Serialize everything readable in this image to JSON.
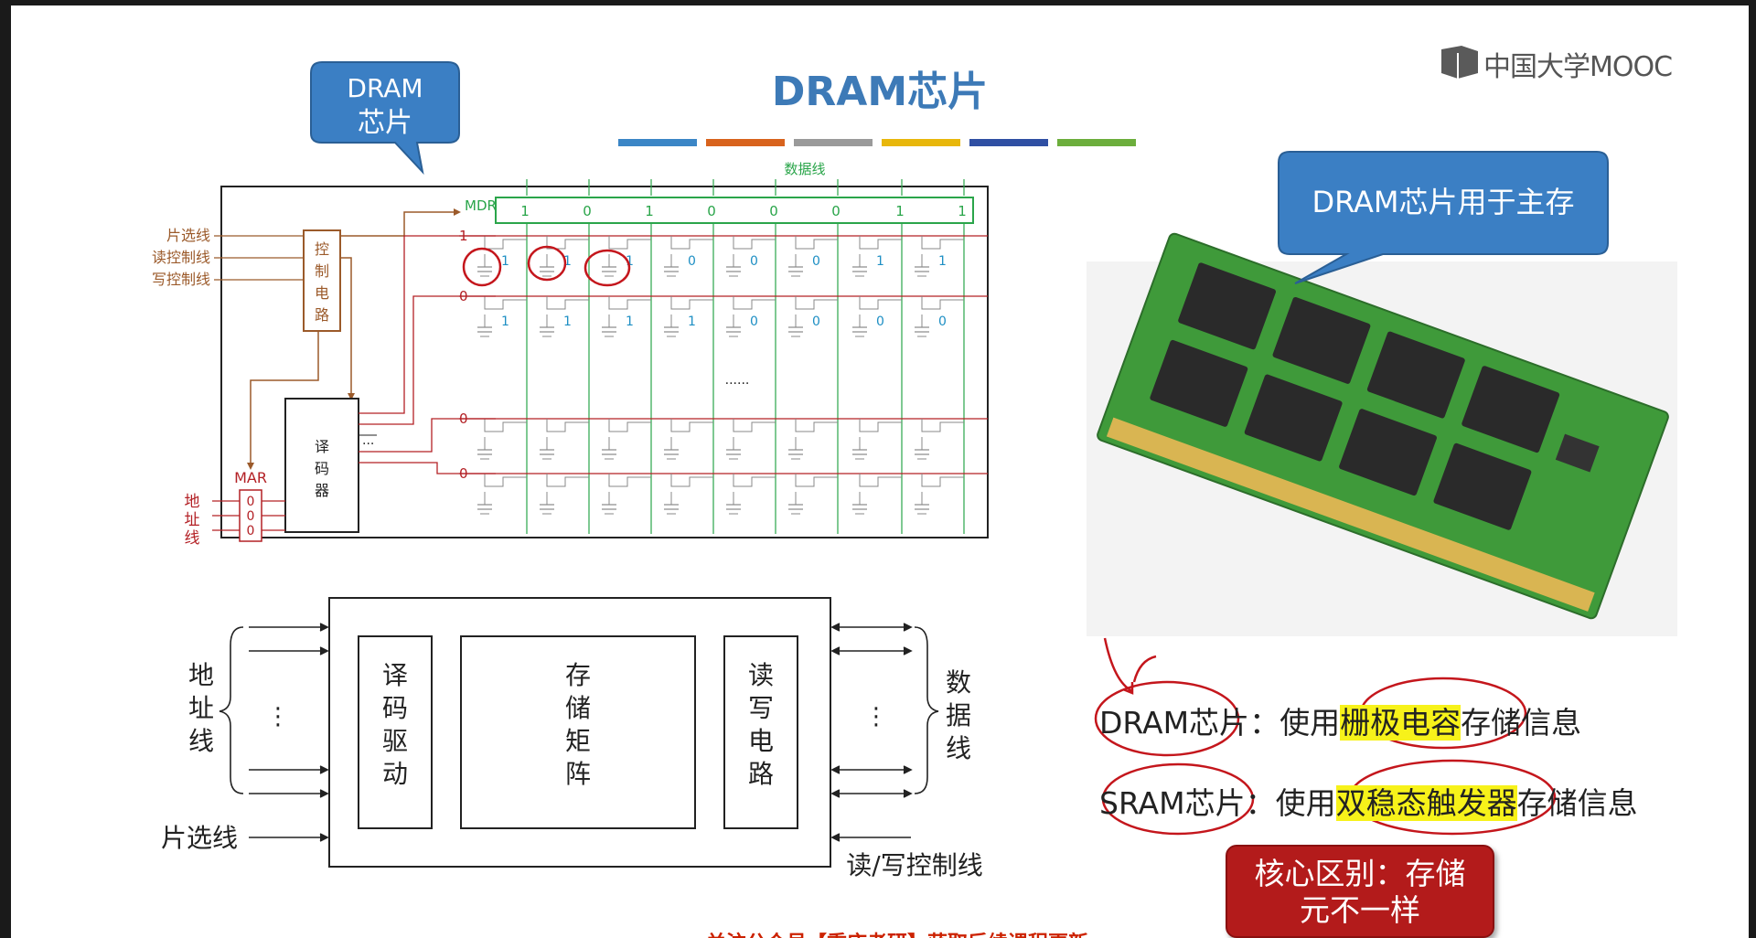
{
  "slide": {
    "title": "DRAM芯片",
    "logo_text": "中国大学MOOC",
    "footer": "关注公众号【重庆考研】获取后续课程更新"
  },
  "callout_chip": {
    "line1": "DRAM",
    "line2": "芯片"
  },
  "callout_mem": {
    "text": "DRAM芯片用于主存"
  },
  "color_bar": [
    "#3b86c6",
    "#d8631d",
    "#9a9a9a",
    "#e8b70b",
    "#2f4fa3",
    "#6cae3c"
  ],
  "circuit": {
    "data_line_label": "数据线",
    "mdr_label": "MDR",
    "mdr_bits": [
      "1",
      "0",
      "1",
      "0",
      "0",
      "0",
      "1",
      "1"
    ],
    "inputs": [
      "片选线",
      "读控制线",
      "写控制线"
    ],
    "control_label": [
      "控",
      "制",
      "电",
      "路"
    ],
    "decoder_label": [
      "译",
      "码",
      "器"
    ],
    "mar_label": "MAR",
    "mar_bits": [
      "0",
      "0",
      "0"
    ],
    "address_label": [
      "地",
      "址",
      "线"
    ],
    "row_selects": [
      "1",
      "0",
      "0",
      "0"
    ],
    "row1_bits": [
      "1",
      "1",
      "1",
      "0",
      "0",
      "0",
      "1",
      "1"
    ],
    "row2_bits": [
      "1",
      "1",
      "1",
      "1",
      "0",
      "0",
      "0",
      "0"
    ],
    "ellipsis": "......",
    "decoder_ellipsis": "..."
  },
  "block": {
    "address_label": [
      "地",
      "址",
      "线"
    ],
    "data_label": [
      "数",
      "据",
      "线"
    ],
    "decode_drive": [
      "译",
      "码",
      "驱",
      "动"
    ],
    "storage_matrix": [
      "存",
      "储",
      "矩",
      "阵"
    ],
    "rw_circuit": [
      "读",
      "写",
      "电",
      "路"
    ],
    "chip_select": "片选线",
    "rw_control": "读/写控制线",
    "dots": "⋮"
  },
  "legend": {
    "dram_name": "DRAM芯片",
    "dram_sep": "：使用",
    "dram_hl": "栅极电容",
    "dram_tail": "存储信息",
    "sram_name": "SRAM芯片",
    "sram_sep": "：使用",
    "sram_hl": "双稳态触发器",
    "sram_tail": "存储信息"
  },
  "key_note": {
    "line1": "核心区别：存储",
    "line2": "元不一样"
  }
}
